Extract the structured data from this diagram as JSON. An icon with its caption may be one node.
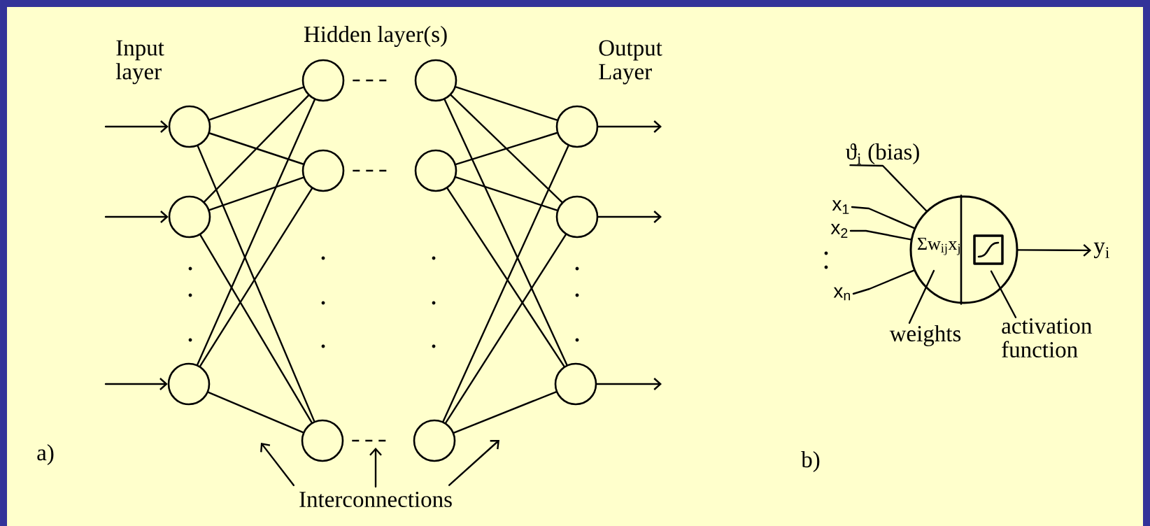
{
  "diagram": {
    "nodes": [
      {
        "text": [],
        "shape": "circle"
      },
      {
        "text": [],
        "shape": "circle"
      },
      {
        "text": [],
        "shape": "circle"
      },
      {
        "text": [],
        "shape": "circle"
      },
      {
        "text": [],
        "shape": "circle"
      },
      {
        "text": [],
        "shape": "circle"
      },
      {
        "text": [],
        "shape": "circle"
      },
      {
        "text": [],
        "shape": "circle"
      },
      {
        "text": [],
        "shape": "circle"
      },
      {
        "text": [],
        "shape": "circle"
      },
      {
        "text": [],
        "shape": "circle"
      },
      {
        "text": [],
        "shape": "circle"
      },
      {
        "text": [
          "Σw$_{ij}$x$_{j}$"
        ]
      },
      {
        "text": [],
        "shape": "box",
        "in": 12
      },
      {
        "text": [
          "activation function"
        ]
      },
      {
        "text": [
          "weights"
        ]
      },
      {
        "text": [
          "ϑ$_{i}$ (bias)"
        ]
      },
      {
        "text": [
          "x$_{1}$"
        ]
      },
      {
        "text": [
          "x$_{2}$"
        ]
      },
      {
        "text": [
          "x$_{n}$"
        ]
      },
      {
        "text": [
          "y$_{i}$"
        ]
      },
      {
        "text": [
          "Interconnections"
        ]
      }
    ],
    "edges": [
      {
        "from": null,
        "to": 0,
        "arrow": "to"
      },
      {
        "from": null,
        "to": 1,
        "arrow": "to"
      },
      {
        "from": null,
        "to": 2,
        "arrow": "to"
      },
      {
        "from": 0,
        "to": 3,
        "arrow": "none"
      },
      {
        "from": 0,
        "to": 4,
        "arrow": "none"
      },
      {
        "from": 0,
        "to": 5,
        "arrow": "none"
      },
      {
        "from": 1,
        "to": 3,
        "arrow": "none"
      },
      {
        "from": 1,
        "to": 4,
        "arrow": "none"
      },
      {
        "from": 1,
        "to": 5,
        "arrow": "none"
      },
      {
        "from": 2,
        "to": 3,
        "arrow": "none"
      },
      {
        "from": 2,
        "to": 4,
        "arrow": "none"
      },
      {
        "from": 2,
        "to": 5,
        "arrow": "none"
      },
      {
        "from": 3,
        "to": 6,
        "arrow": "none",
        "style": "dashed"
      },
      {
        "from": 4,
        "to": 7,
        "arrow": "none",
        "style": "dashed"
      },
      {
        "from": 5,
        "to": 8,
        "arrow": "none",
        "style": "dashed"
      },
      {
        "from": 6,
        "to": 9,
        "arrow": "none"
      },
      {
        "from": 6,
        "to": 10,
        "arrow": "none"
      },
      {
        "from": 6,
        "to": 11,
        "arrow": "none"
      },
      {
        "from": 7,
        "to": 9,
        "arrow": "none"
      },
      {
        "from": 7,
        "to": 10,
        "arrow": "none"
      },
      {
        "from": 7,
        "to": 11,
        "arrow": "none"
      },
      {
        "from": 8,
        "to": 9,
        "arrow": "none"
      },
      {
        "from": 8,
        "to": 10,
        "arrow": "none"
      },
      {
        "from": 8,
        "to": 11,
        "arrow": "none"
      },
      {
        "from": 9,
        "to": null,
        "arrow": "to"
      },
      {
        "from": 10,
        "to": null,
        "arrow": "to"
      },
      {
        "from": 11,
        "to": null,
        "arrow": "to"
      },
      {
        "from": 16,
        "to": 12,
        "arrow": "none"
      },
      {
        "from": 17,
        "to": 12,
        "arrow": "none"
      },
      {
        "from": 18,
        "to": 12,
        "arrow": "none"
      },
      {
        "from": 19,
        "to": 12,
        "arrow": "none"
      },
      {
        "from": 12,
        "to": 20,
        "arrow": "to"
      },
      {
        "from": 15,
        "to": null,
        "arrow": "none"
      },
      {
        "from": 14,
        "to": 13,
        "arrow": "none"
      },
      {
        "from": 21,
        "to": null,
        "arrow": "to"
      },
      {
        "from": 21,
        "to": null,
        "arrow": "to"
      },
      {
        "from": 21,
        "to": null,
        "arrow": "to"
      }
    ],
    "labels": [
      "Input layer",
      "Hidden layer(s)",
      "Output Layer",
      "a)",
      "b)"
    ]
  }
}
